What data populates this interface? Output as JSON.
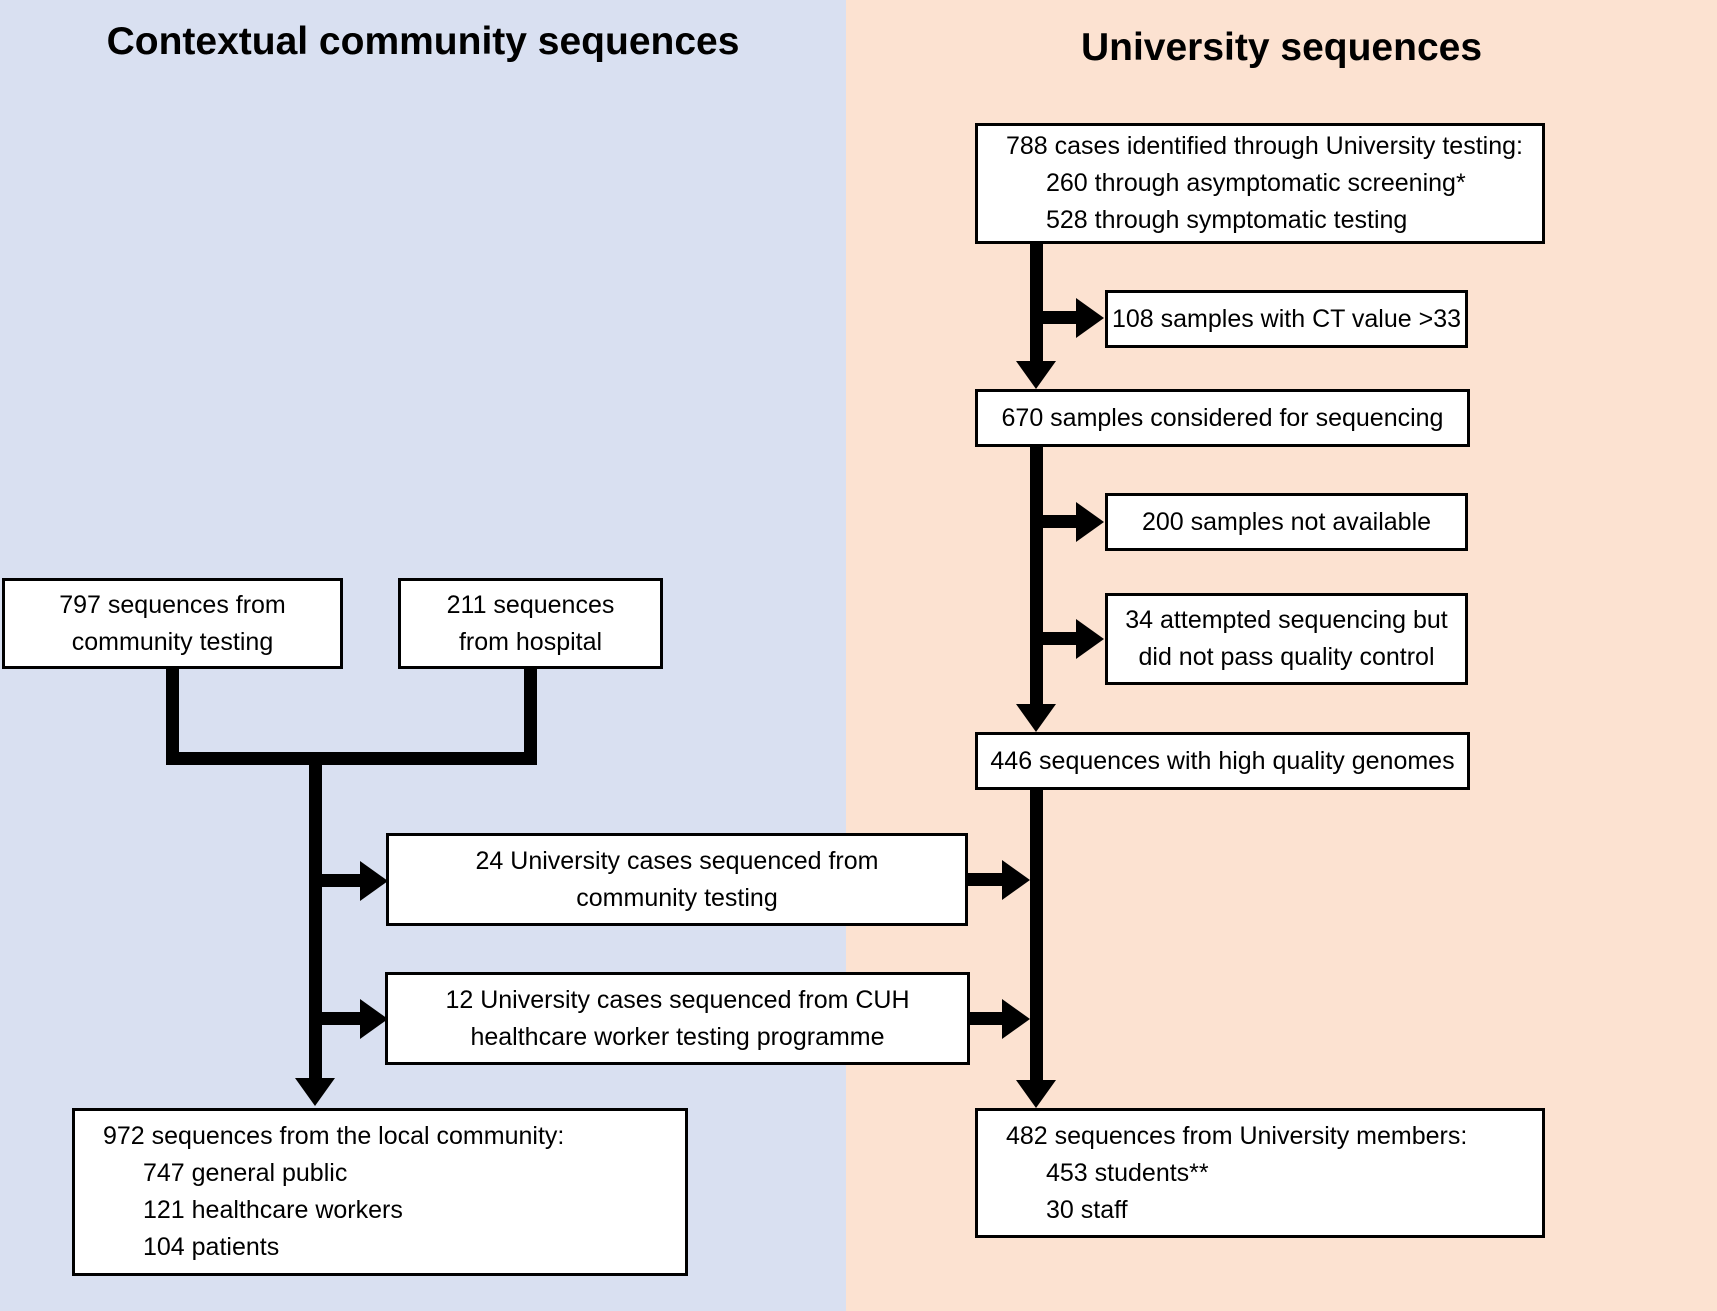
{
  "colors": {
    "left_panel_bg": "#d9e0f1",
    "right_panel_bg": "#fce2d1",
    "box_bg": "#ffffff",
    "line": "#000000"
  },
  "titles": {
    "left": "Contextual community sequences",
    "right": "University sequences"
  },
  "left": {
    "box_797": [
      "797 sequences from",
      "community testing"
    ],
    "box_211": [
      "211 sequences",
      "from hospital"
    ],
    "box_24": [
      "24 University cases sequenced from",
      "community testing"
    ],
    "box_12": [
      "12 University cases sequenced from CUH",
      "healthcare worker testing programme"
    ],
    "box_972": [
      "972 sequences from the local community:",
      "747 general public",
      "121 healthcare workers",
      "104 patients"
    ]
  },
  "right": {
    "box_788": [
      "788 cases identified through University testing:",
      "260 through asymptomatic screening*",
      "528 through symptomatic testing"
    ],
    "box_108": [
      "108 samples with CT value >33"
    ],
    "box_670": [
      "670 samples considered for sequencing"
    ],
    "box_200": [
      "200 samples not available"
    ],
    "box_34": [
      "34 attempted sequencing but",
      "did not pass quality control"
    ],
    "box_446": [
      "446 sequences with high quality genomes"
    ],
    "box_482": [
      "482 sequences from University members:",
      "453 students**",
      "30 staff"
    ]
  }
}
